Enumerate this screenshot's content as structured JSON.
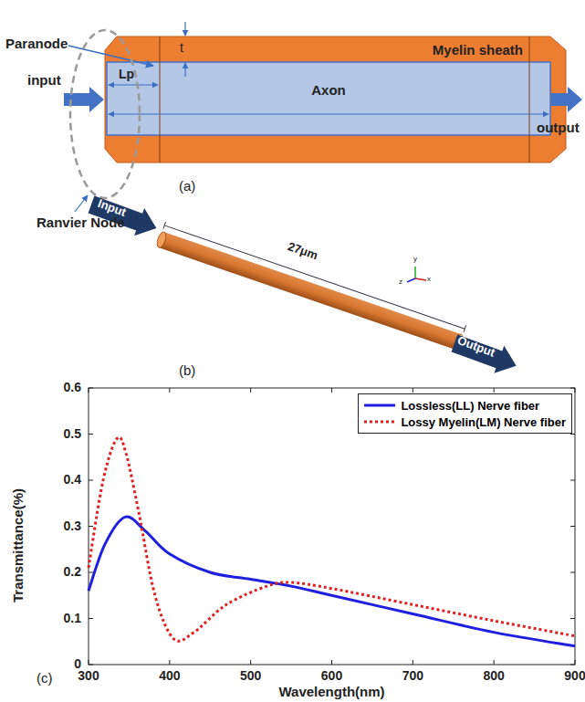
{
  "diagram": {
    "nodes": [
      {
        "text": [
          "Myelin sheath"
        ]
      },
      {
        "text": [
          "Axon"
        ]
      }
    ],
    "labels": [
      "Paranode",
      "t",
      "Lp",
      "input",
      "output",
      "Ranvier Node",
      "(a)",
      "Input",
      "27μm",
      "Output",
      "y",
      "x",
      "z",
      "(b)",
      "0",
      "0.1",
      "0.2",
      "0.3",
      "0.4",
      "0.5",
      "0.6",
      "300",
      "400",
      "500",
      "600",
      "700",
      "800",
      "900",
      "Transmittance(%)",
      "Wavelength(nm)",
      "(c)"
    ],
    "legend": [
      {
        "text": "Lossless(LL) Nerve fiber"
      },
      {
        "text": "Lossy Myelin(LM) Nerve fiber"
      }
    ]
  }
}
